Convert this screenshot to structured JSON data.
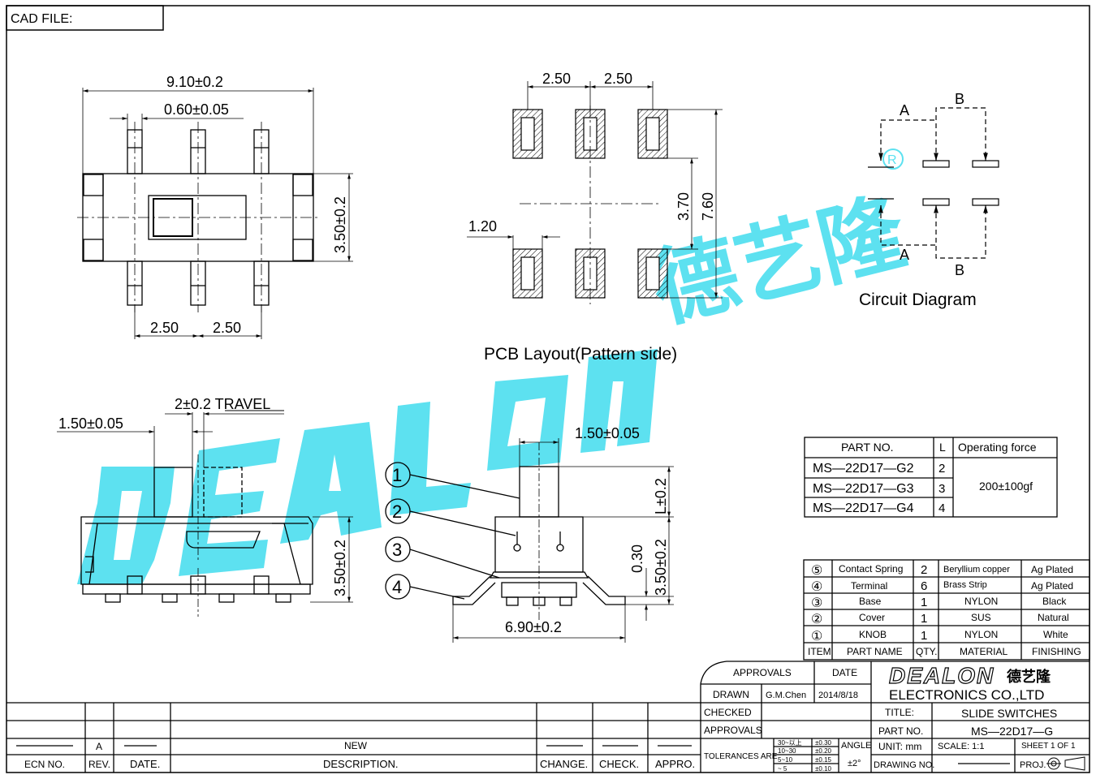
{
  "cad_file_label": "CAD FILE:",
  "top_view": {
    "dim_width": "9.10±0.2",
    "dim_pin_width": "0.60±0.05",
    "dim_height": "3.50±0.2",
    "dim_pitch_left": "2.50",
    "dim_pitch_right": "2.50"
  },
  "pcb": {
    "dim_pitch_left": "2.50",
    "dim_pitch_right": "2.50",
    "dim_pad_width": "1.20",
    "dim_inner": "3.70",
    "dim_outer": "7.60",
    "caption": "PCB  Layout(Pattern  side)"
  },
  "circuit": {
    "label_a_top": "A",
    "label_b_top": "B",
    "label_a_bottom": "A",
    "label_b_bottom": "B",
    "caption": "Circuit  Diagram"
  },
  "side_view": {
    "dim_knob": "1.50±0.05",
    "dim_travel": "2±0.2 TRAVEL",
    "dim_height": "3.50±0.2"
  },
  "front_view": {
    "dim_knob": "1.50±0.05",
    "dim_l": "L±0.2",
    "dim_030": "0.30",
    "dim_height": "3.50±0.2",
    "dim_width": "6.90±0.2",
    "callouts": [
      "1",
      "2",
      "3",
      "4"
    ]
  },
  "part_table": {
    "headers": [
      "PART NO.",
      "L",
      "Operating  force"
    ],
    "rows": [
      {
        "part": "MS—22D17—G2",
        "l": "2"
      },
      {
        "part": "MS—22D17—G3",
        "l": "3"
      },
      {
        "part": "MS—22D17—G4",
        "l": "4"
      }
    ],
    "force": "200±100gf"
  },
  "bom": {
    "rows": [
      {
        "item": "⑤",
        "name": "Contact  Spring",
        "qty": "2",
        "material": "Beryllium  copper",
        "finish": "Ag  Plated"
      },
      {
        "item": "④",
        "name": "Terminal",
        "qty": "6",
        "material": "Brass  Strip",
        "finish": "Ag  Plated"
      },
      {
        "item": "③",
        "name": "Base",
        "qty": "1",
        "material": "NYLON",
        "finish": "Black"
      },
      {
        "item": "②",
        "name": "Cover",
        "qty": "1",
        "material": "SUS",
        "finish": "Natural"
      },
      {
        "item": "①",
        "name": "KNOB",
        "qty": "1",
        "material": "NYLON",
        "finish": "White"
      }
    ],
    "headers": [
      "ITEM",
      "PART  NAME",
      "QTY.",
      "MATERIAL",
      "FINISHING"
    ]
  },
  "title_block": {
    "approvals": "APPROVALS",
    "date": "DATE",
    "drawn": "DRAWN",
    "drawn_by": "G.M.Chen",
    "drawn_date": "2014/8/18",
    "checked": "CHECKED",
    "approvals2": "APPROVALS",
    "logo_text": "DEALON",
    "logo_cn": "德艺隆",
    "company": "ELECTRONICS  CO.,LTD",
    "title_label": "TITLE:",
    "title_value": "SLIDE  SWITCHES",
    "partno_label": "PART  NO.",
    "partno_value": "MS—22D17—G",
    "tolerances_label": "TOLERANCES  ARE",
    "tol_rows": [
      {
        "range": "30~以上",
        "tol": "±0.30"
      },
      {
        "range": "10~30",
        "tol": "±0.20"
      },
      {
        "range": "5~10",
        "tol": "±0.15"
      },
      {
        "range": "~ 5",
        "tol": "±0.10"
      }
    ],
    "angle_label": "ANGLE",
    "angle_value": "±2°",
    "unit": "UNIT:  mm",
    "scale": "SCALE:    1:1",
    "sheet": "SHEET    1  OF  1",
    "drawing_no": "DRAWING  NO.",
    "proj": "PROJ."
  },
  "revision": {
    "rev_value": "A",
    "desc_value": "NEW",
    "headers": [
      "ECN  NO.",
      "REV.",
      "DATE.",
      "DESCRIPTION.",
      "CHANGE.",
      "CHECK.",
      "APPRO."
    ]
  },
  "watermark": {
    "text": "DEALON",
    "cn": "德艺隆",
    "color": "#55e0f0"
  }
}
